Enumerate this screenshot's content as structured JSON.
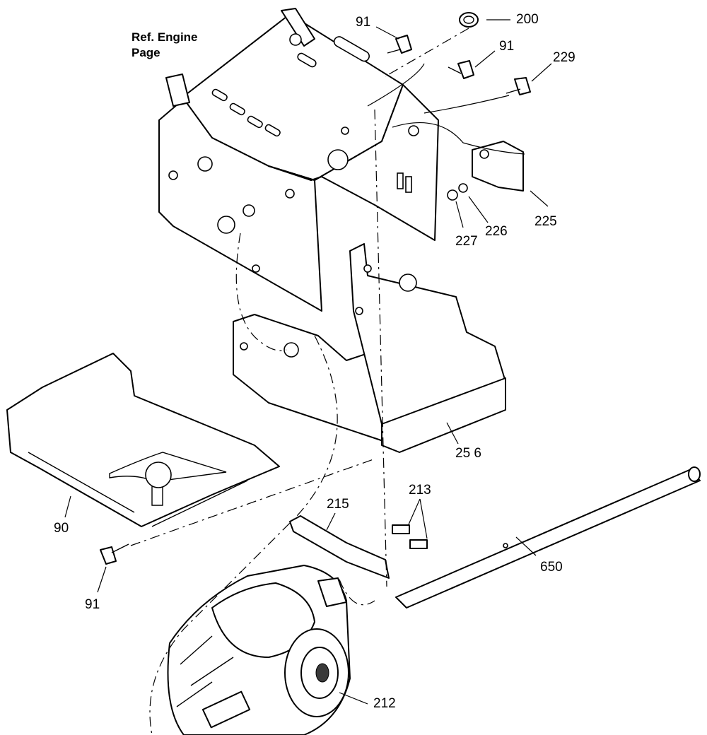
{
  "reference_note": {
    "line1": "Ref. Engine",
    "line2": "Page"
  },
  "callouts": [
    {
      "id": "91a",
      "text": "91"
    },
    {
      "id": "200",
      "text": "200"
    },
    {
      "id": "91b",
      "text": "91"
    },
    {
      "id": "229",
      "text": "229"
    },
    {
      "id": "225",
      "text": "225"
    },
    {
      "id": "226",
      "text": "226"
    },
    {
      "id": "227",
      "text": "227"
    },
    {
      "id": "256",
      "text": "25 6"
    },
    {
      "id": "90",
      "text": "90"
    },
    {
      "id": "91c",
      "text": "91"
    },
    {
      "id": "213",
      "text": "213"
    },
    {
      "id": "215",
      "text": "215"
    },
    {
      "id": "650",
      "text": "650"
    },
    {
      "id": "212",
      "text": "212"
    }
  ]
}
